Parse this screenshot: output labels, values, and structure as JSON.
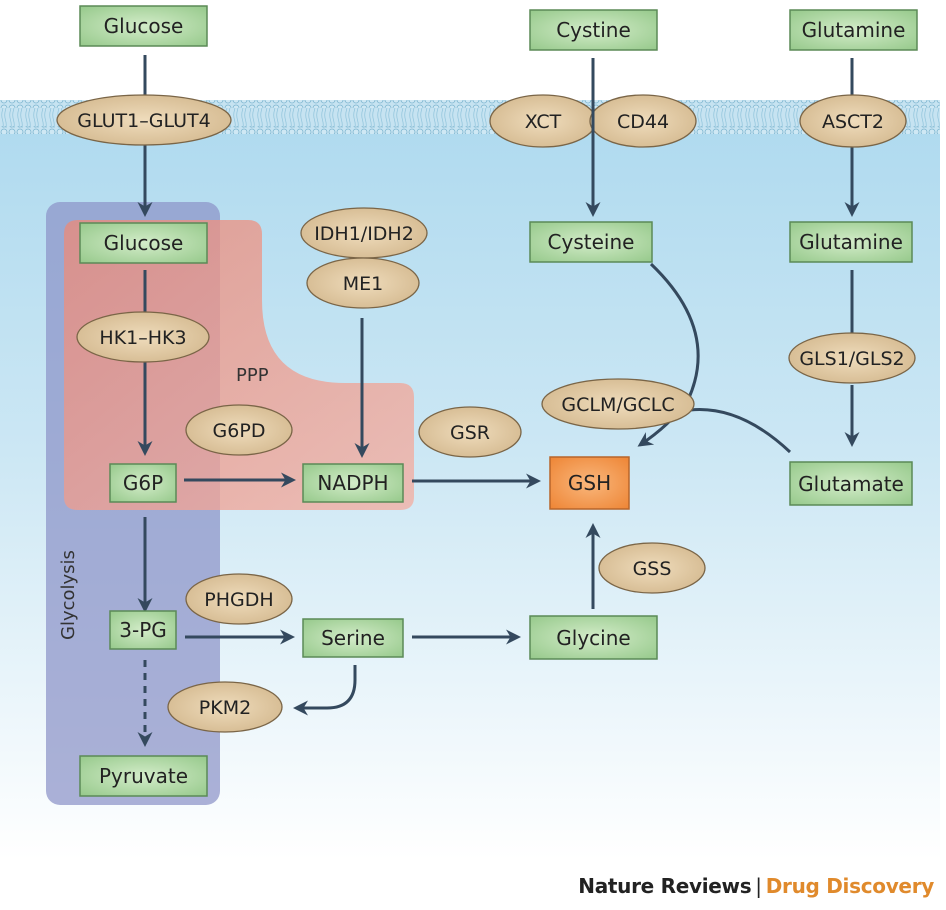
{
  "title": "Glutathione synthesis and NADPH production pathways",
  "regions": {
    "glycolysis_label": "Glycolysis",
    "ppp_label": "PPP"
  },
  "metabolites": {
    "glucose_ext": "Glucose",
    "cystine_ext": "Cystine",
    "glutamine_ext": "Glutamine",
    "glucose": "Glucose",
    "cysteine": "Cysteine",
    "glutamine": "Glutamine",
    "g6p": "G6P",
    "nadph": "NADPH",
    "gsh": "GSH",
    "glutamate": "Glutamate",
    "three_pg": "3-PG",
    "serine": "Serine",
    "glycine": "Glycine",
    "pyruvate": "Pyruvate"
  },
  "enzymes": {
    "glut": "GLUT1–GLUT4",
    "xct": "XCT",
    "cd44": "CD44",
    "asct2": "ASCT2",
    "idh": "IDH1/IDH2",
    "me1": "ME1",
    "hk": "HK1–HK3",
    "g6pd": "G6PD",
    "gsr": "GSR",
    "gclm": "GCLM/GCLC",
    "gls": "GLS1/GLS2",
    "gss": "GSS",
    "phgdh": "PHGDH",
    "pkm2": "PKM2"
  },
  "colors": {
    "metabolite_fill": "#a9d6a0",
    "metabolite_stroke": "#5b8a57",
    "enzyme_fill": "#dcc39c",
    "enzyme_stroke": "#7a6547",
    "gsh_fill": "#f0913f",
    "arrow": "#34495e",
    "glycolysis_region": "#8e96c9",
    "ppp_region": "#ef9c8f",
    "cytoplasm_top": "#b3dcf0",
    "membrane": "#8ec4dc"
  },
  "credit": {
    "journal": "Nature Reviews",
    "separator": "|",
    "section": "Drug Discovery"
  }
}
